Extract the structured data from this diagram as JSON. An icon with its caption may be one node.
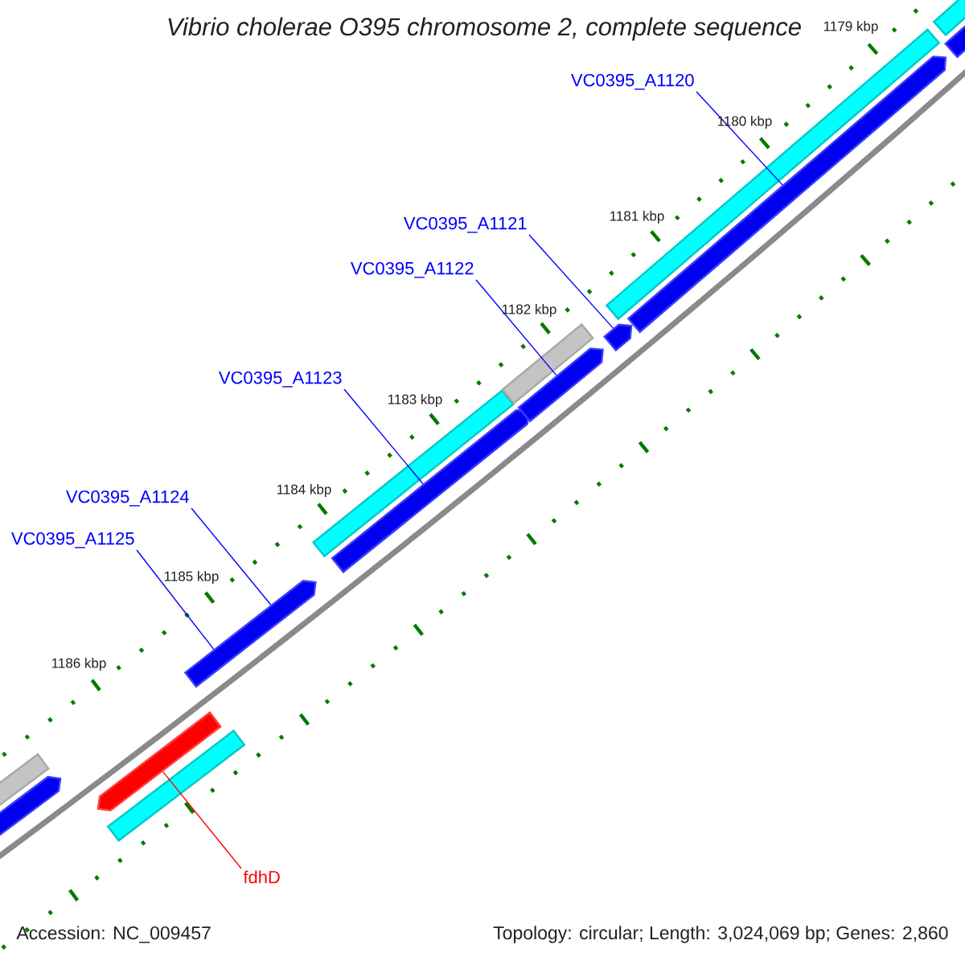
{
  "diagram": {
    "title": "Vibrio cholerae O395 chromosome 2, complete sequence",
    "nodes": [
      {
        "text": [
          "VC0395_A1120"
        ]
      },
      {
        "text": [
          "VC0395_A1121"
        ]
      },
      {
        "text": [
          "VC0395_A1122"
        ]
      },
      {
        "text": [
          "VC0395_A1123"
        ]
      },
      {
        "text": [
          "VC0395_A1124"
        ]
      },
      {
        "text": [
          "VC0395_A1125"
        ]
      },
      {
        "text": [
          "fdhD"
        ]
      },
      {
        "text": [],
        "shape": "bar"
      },
      {
        "text": [],
        "shape": "bar"
      },
      {
        "text": [],
        "shape": "bar"
      },
      {
        "text": [],
        "shape": "bar"
      },
      {
        "text": [],
        "shape": "bar"
      },
      {
        "text": [],
        "shape": "bar"
      },
      {
        "text": [],
        "shape": "bar"
      },
      {
        "text": [],
        "shape": "bar"
      },
      {
        "text": [],
        "shape": "bar"
      },
      {
        "text": [],
        "shape": "bar"
      },
      {
        "text": [],
        "shape": "bar"
      },
      {
        "text": [],
        "shape": "bar"
      },
      {
        "text": [],
        "shape": "bar"
      },
      {
        "text": [],
        "shape": "bar"
      }
    ],
    "edges": [
      {
        "from": 0,
        "to": 18,
        "arrow": "none"
      },
      {
        "from": 1,
        "to": 16,
        "arrow": "none"
      },
      {
        "from": 2,
        "to": 15,
        "arrow": "none"
      },
      {
        "from": 3,
        "to": 13,
        "arrow": "none"
      },
      {
        "from": 4,
        "to": 11,
        "arrow": "none"
      },
      {
        "from": 5,
        "to": 11,
        "arrow": "none"
      },
      {
        "from": 6,
        "to": 9,
        "arrow": "none",
        "color": "#ff0000"
      }
    ],
    "labels": [
      "1179 kbp",
      "1180 kbp",
      "1181 kbp",
      "1182 kbp",
      "1183 kbp",
      "1184 kbp",
      "1185 kbp",
      "1186 kbp",
      "Accession: NC_009457",
      "Topology: circular; Length: 3,024,069 bp; Genes: 2,860"
    ]
  }
}
